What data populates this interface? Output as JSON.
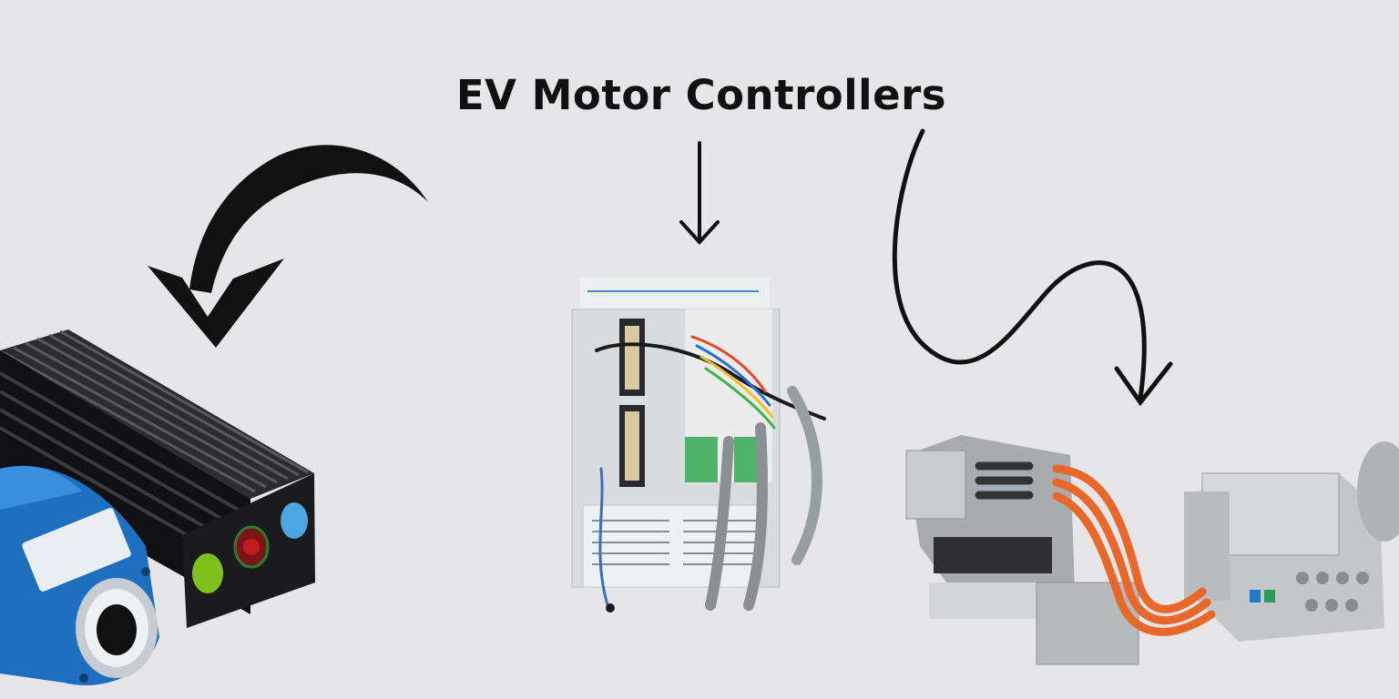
{
  "title": "EV Motor Controllers",
  "colors": {
    "background": "#e6e5e7",
    "arrow": "#111111",
    "cable_orange": "#e8672a",
    "rotor_blue": "#1e6fbf"
  },
  "illustrations": [
    {
      "name": "black-finned-controller-with-blue-motor"
    },
    {
      "name": "industrial-servo-drive-with-cables"
    },
    {
      "name": "ev-inverter-assembly-with-orange-cables"
    }
  ]
}
